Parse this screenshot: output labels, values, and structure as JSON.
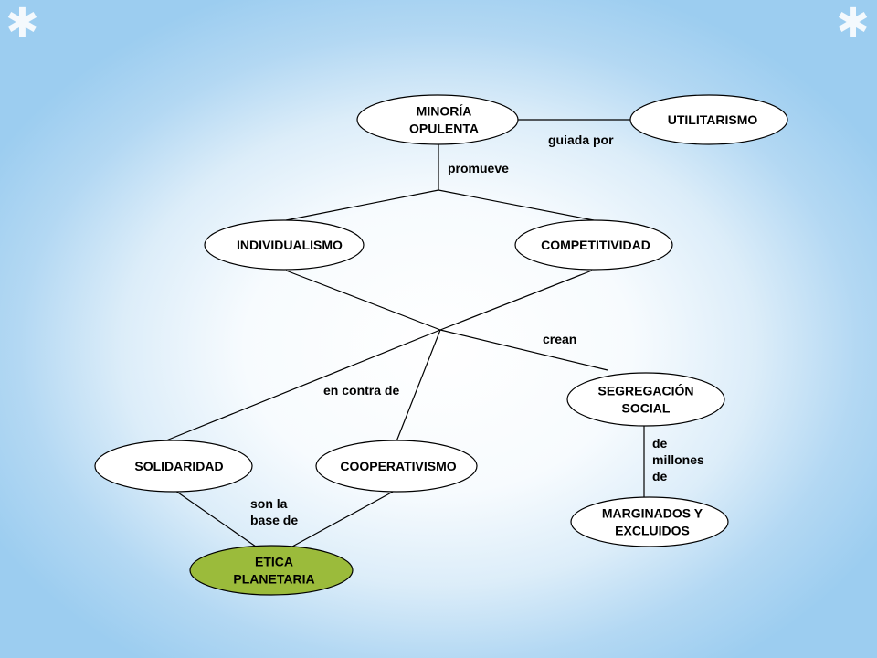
{
  "diagram": {
    "nodes": {
      "minoria": "MINORÍA\nOPULENTA",
      "utilitarismo": "UTILITARISMO",
      "individualismo": "INDIVIDUALISMO",
      "competitividad": "COMPETITIVIDAD",
      "segregacion": "SEGREGACIÓN\nSOCIAL",
      "solidaridad": "SOLIDARIDAD",
      "cooperativismo": "COOPERATIVISMO",
      "marginados": "MARGINADOS Y\nEXCLUIDOS",
      "etica": "ETICA\nPLANETARIA"
    },
    "links": {
      "guiada_por": "guiada por",
      "promueve": "promueve",
      "crean": "crean",
      "en_contra_de": "en contra de",
      "de_millones_de": "de\nmillones\nde",
      "son_la_base_de": "son la\nbase de"
    },
    "colors": {
      "node_fill": "#ffffff",
      "highlight_fill": "#9bbb3b",
      "line": "#000000"
    }
  }
}
